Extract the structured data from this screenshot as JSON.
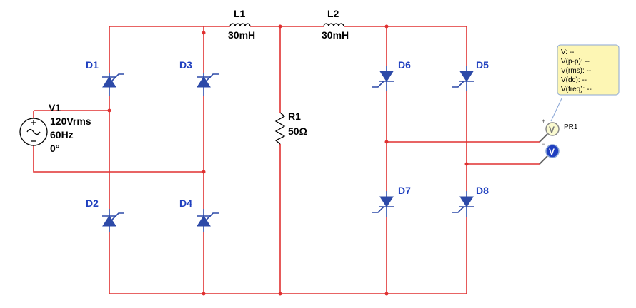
{
  "source": {
    "name": "V1",
    "lines": [
      "120Vrms",
      "60Hz",
      "0°"
    ]
  },
  "inductors": [
    {
      "name": "L1",
      "value": "30mH"
    },
    {
      "name": "L2",
      "value": "30mH"
    }
  ],
  "resistor": {
    "name": "R1",
    "value": "50Ω"
  },
  "thyristors": [
    "D1",
    "D2",
    "D3",
    "D4",
    "D5",
    "D6",
    "D7",
    "D8"
  ],
  "probe": {
    "name": "PR1",
    "readouts": [
      "V: --",
      "V(p-p): --",
      "V(rms): --",
      "V(dc): --",
      "V(freq): --"
    ]
  },
  "colors": {
    "wire": "#e03030",
    "component": "#2d4aa8",
    "label": "#1f3fbf",
    "tooltip": "#fdf6b4"
  }
}
